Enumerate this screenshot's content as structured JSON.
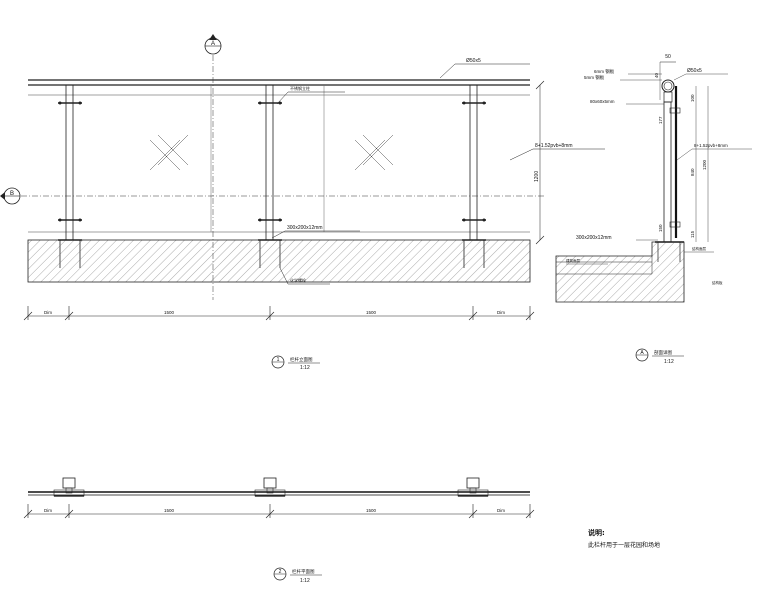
{
  "views": {
    "elevation": {
      "section_marker_top": "A",
      "section_marker_left": "B",
      "handrail_spec": "Ø50x5",
      "post_note": "不锈钢立柱",
      "glass_spec": "8+1.52pvb+8mm",
      "height_dim": "1200",
      "plate_spec": "300x200x12mm",
      "anchor_note": "化学螺栓",
      "dims": [
        "Dim",
        "1500",
        "1500",
        "Dim"
      ],
      "caption_number": "1",
      "caption_title": "栏杆立面图",
      "caption_scale": "1:12"
    },
    "section": {
      "top_dim": "50",
      "top_dim2": "40",
      "spec_6mm": "6mm 钢板",
      "spec_5mm": "5mm 钢板",
      "handrail_spec": "Ø50x5",
      "bracket_spec": "80x60x5mm",
      "glass_spec": "8+1.52pvb+8mm",
      "dim_1200": "1200",
      "dim_840": "840",
      "dim_100": "100",
      "dim_177": "177",
      "dim_150": "150",
      "dim_115": "115",
      "plate_spec": "300x200x12mm",
      "left_note": "建筑面层",
      "right_note": "结构面层",
      "far_note": "结构板",
      "caption_letter": "A",
      "caption_title": "剖面详图",
      "caption_scale": "1:12"
    },
    "plan": {
      "dims": [
        "Dim",
        "1500",
        "1500",
        "Dim"
      ],
      "caption_number": "2",
      "caption_title": "栏杆平面图",
      "caption_scale": "1:12"
    }
  },
  "notes": {
    "title": "说明:",
    "body": "此栏杆用于一层花园和场地"
  }
}
